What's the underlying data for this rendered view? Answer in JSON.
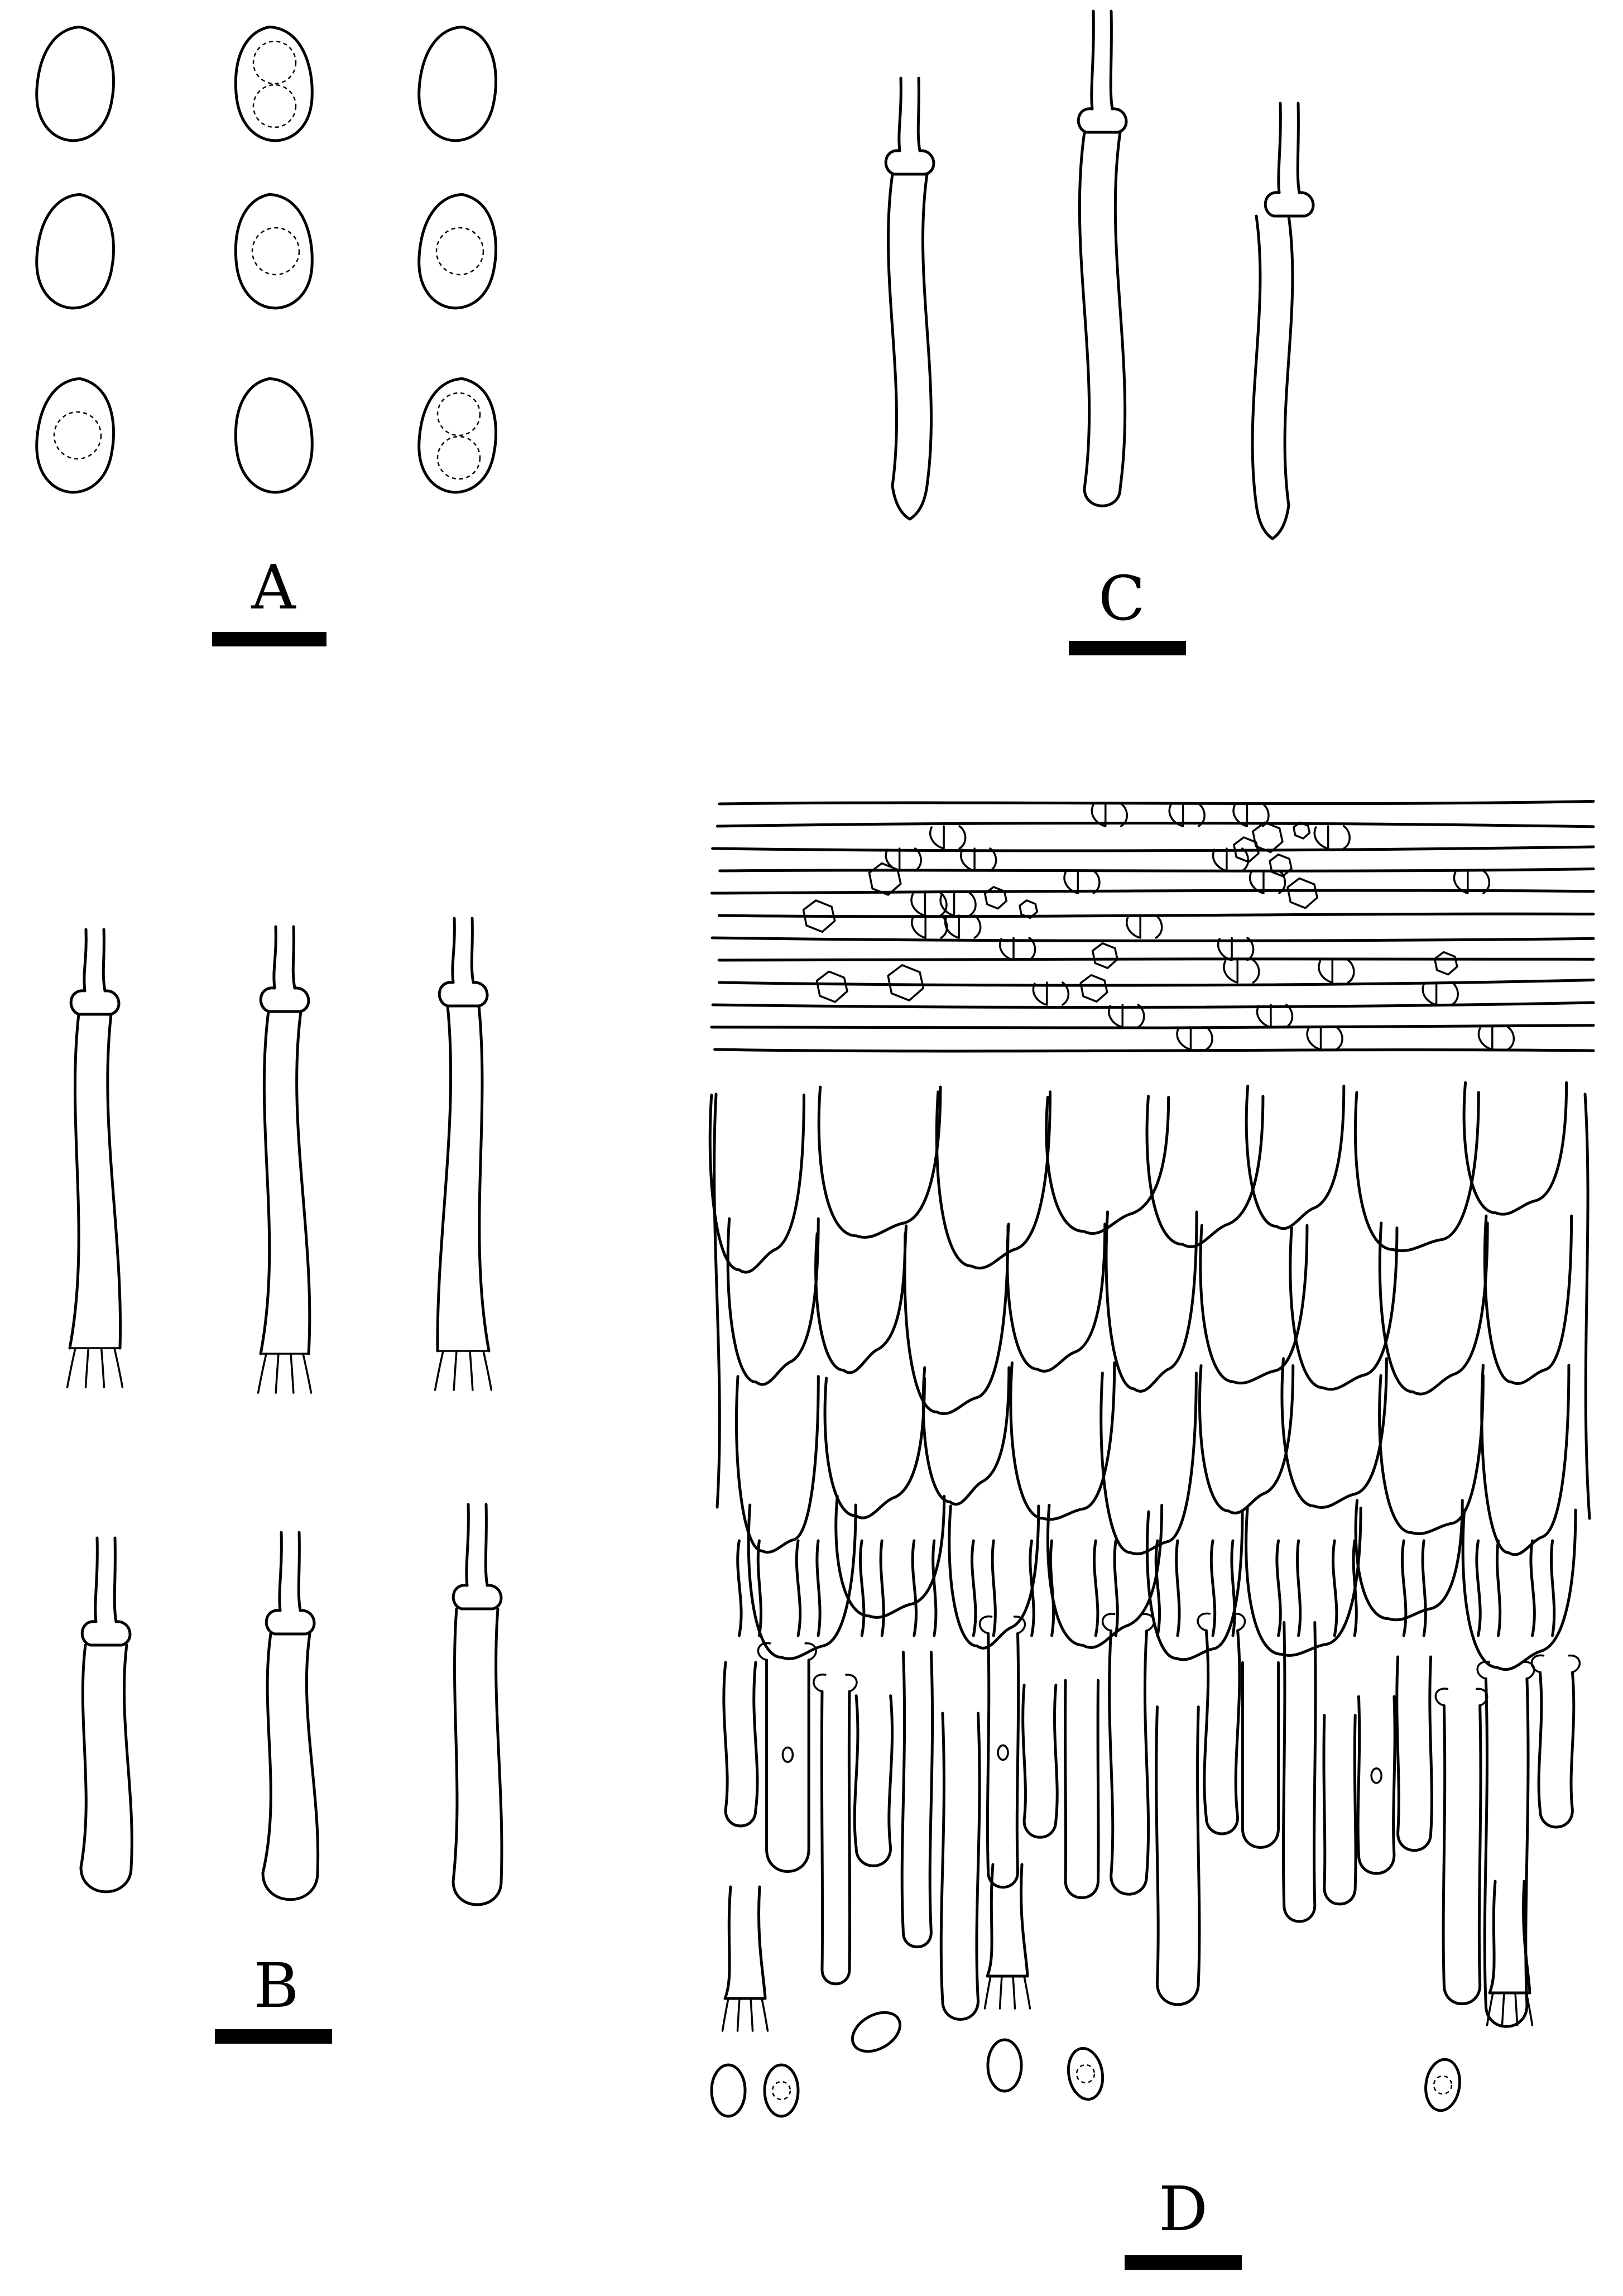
{
  "figure": {
    "panels": [
      {
        "id": "A",
        "label": "A"
      },
      {
        "id": "B",
        "label": "B"
      },
      {
        "id": "C",
        "label": "C"
      },
      {
        "id": "D",
        "label": "D"
      }
    ],
    "colors": {
      "ink": "#000000",
      "background": "#ffffff"
    }
  }
}
